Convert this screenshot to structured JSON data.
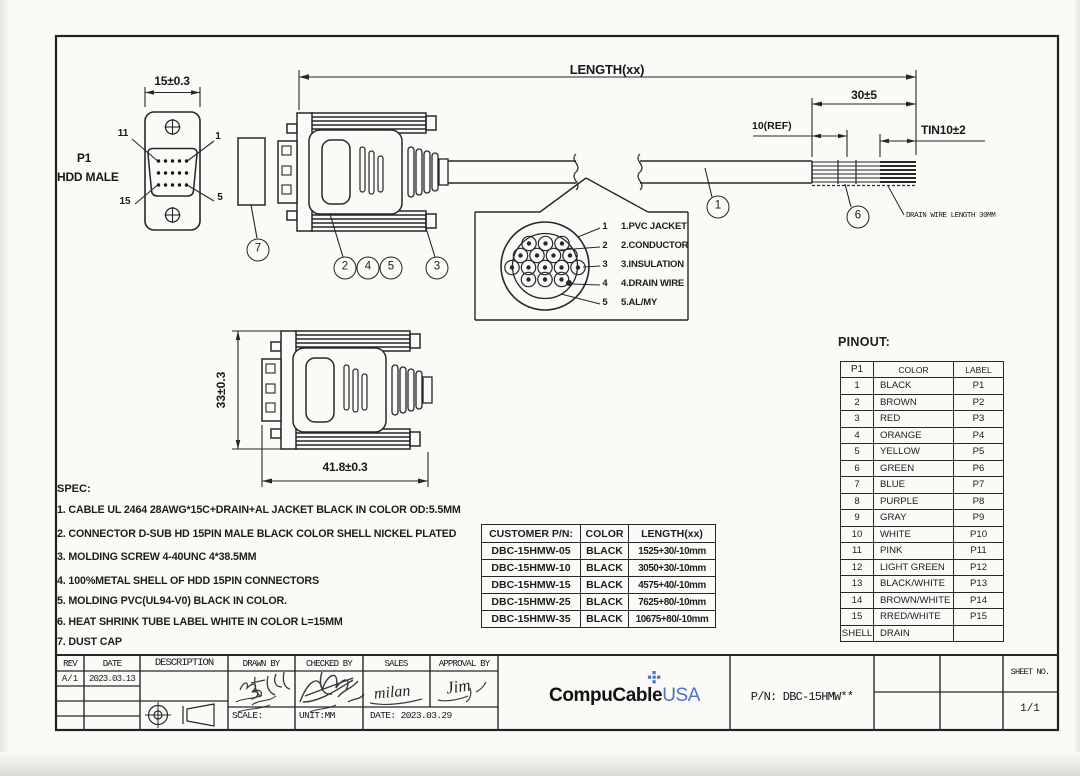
{
  "drawing": {
    "length_label": "LENGTH(xx)",
    "face_width": "15±0.3",
    "strip_length": "30±5",
    "ref_length": "10(REF)",
    "tin_length": "TIN10±2",
    "body_height": "33±0.3",
    "body_length": "41.8±0.3",
    "connector_name": "P1",
    "connector_type": "HDD MALE",
    "pin_labels": {
      "top_left": "11",
      "top_right": "1",
      "bottom_left": "15",
      "bottom_right": "5"
    },
    "drain_note": "DRAIN WIRE LENGTH 30MM",
    "balloons": {
      "cable": "1",
      "body_a": "2",
      "boot": "3",
      "body_b": "4",
      "body_c": "5",
      "shrink": "6",
      "dust_cap": "7"
    },
    "cross_section": [
      {
        "num": "1",
        "label": "1.PVC JACKET"
      },
      {
        "num": "2",
        "label": "2.CONDUCTOR"
      },
      {
        "num": "3",
        "label": "3.INSULATION"
      },
      {
        "num": "4",
        "label": "4.DRAIN WIRE"
      },
      {
        "num": "5",
        "label": "5.AL/MY"
      }
    ]
  },
  "spec": {
    "title": "SPEC:",
    "items": [
      "1. CABLE UL 2464 28AWG*15C+DRAIN+AL JACKET BLACK IN COLOR OD:5.5MM",
      "2. CONNECTOR D-SUB HD 15PIN MALE BLACK COLOR SHELL NICKEL PLATED",
      "3. MOLDING SCREW 4-40UNC 4*38.5MM",
      "4. 100%METAL SHELL OF HDD 15PIN CONNECTORS",
      "5. MOLDING PVC(UL94-V0) BLACK IN COLOR.",
      "6. HEAT SHRINK TUBE LABEL WHITE IN COLOR L=15MM",
      "7. DUST CAP"
    ]
  },
  "customer_table": {
    "headers": [
      "CUSTOMER P/N:",
      "COLOR",
      "LENGTH(xx)"
    ],
    "rows": [
      [
        "DBC-15HMW-05",
        "BLACK",
        "1525+30/-10mm"
      ],
      [
        "DBC-15HMW-10",
        "BLACK",
        "3050+30/-10mm"
      ],
      [
        "DBC-15HMW-15",
        "BLACK",
        "4575+40/-10mm"
      ],
      [
        "DBC-15HMW-25",
        "BLACK",
        "7625+80/-10mm"
      ],
      [
        "DBC-15HMW-35",
        "BLACK",
        "10675+80/-10mm"
      ]
    ]
  },
  "pinout": {
    "title": "PINOUT:",
    "headers": [
      "P1",
      "COLOR",
      "LABEL"
    ],
    "rows": [
      [
        "1",
        "BLACK",
        "P1"
      ],
      [
        "2",
        "BROWN",
        "P2"
      ],
      [
        "3",
        "RED",
        "P3"
      ],
      [
        "4",
        "ORANGE",
        "P4"
      ],
      [
        "5",
        "YELLOW",
        "P5"
      ],
      [
        "6",
        "GREEN",
        "P6"
      ],
      [
        "7",
        "BLUE",
        "P7"
      ],
      [
        "8",
        "PURPLE",
        "P8"
      ],
      [
        "9",
        "GRAY",
        "P9"
      ],
      [
        "10",
        "WHITE",
        "P10"
      ],
      [
        "11",
        "PINK",
        "P11"
      ],
      [
        "12",
        "LIGHT GREEN",
        "P12"
      ],
      [
        "13",
        "BLACK/WHITE",
        "P13"
      ],
      [
        "14",
        "BROWN/WHITE",
        "P14"
      ],
      [
        "15",
        "RRED/WHITE",
        "P15"
      ],
      [
        "SHELL",
        "DRAIN",
        ""
      ]
    ]
  },
  "title_block": {
    "rev_header": "REV",
    "date_header": "DATE",
    "description_header": "DESCRIPTION",
    "drawn_header": "DRAWN BY",
    "checked_header": "CHECKED BY",
    "sales_header": "SALES",
    "approval_header": "APPROVAL BY",
    "rev_value": "A/1",
    "rev_date": "2023.03.13",
    "scale_label": "SCALE:",
    "unit_label": "UNIT:MM",
    "date_value": "DATE: 2023.03.29",
    "sales_signature": "milan",
    "approval_signature": "Jim",
    "logo_part1": "CompuCable",
    "logo_part2": "USA",
    "part_number": "P/N: DBC-15HMW**",
    "sheet_label": "SHEET NO.",
    "sheet_value": "1/1",
    "accent_blue": "#4a72c4"
  }
}
